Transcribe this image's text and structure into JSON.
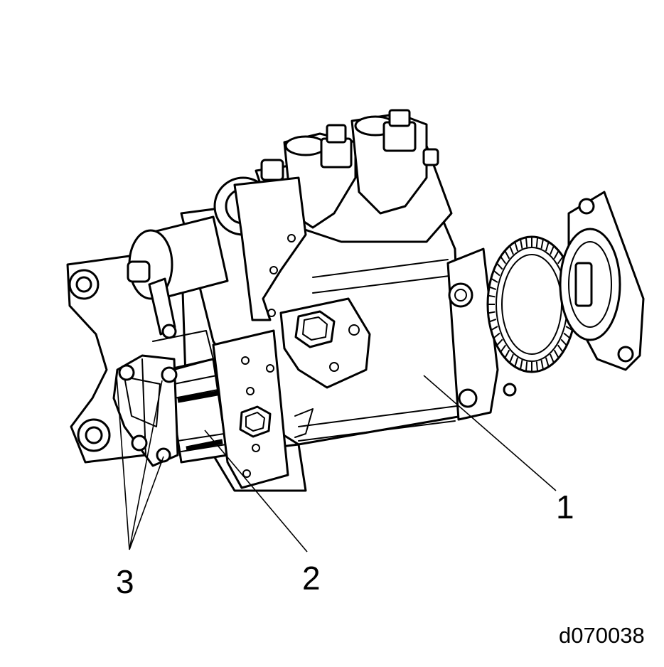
{
  "figure": {
    "callouts": [
      {
        "id": "1",
        "label": "1"
      },
      {
        "id": "2",
        "label": "2"
      },
      {
        "id": "3",
        "label": "3"
      }
    ],
    "figure_id": "d070038"
  },
  "colors": {
    "line": "#000000",
    "background": "#ffffff"
  }
}
